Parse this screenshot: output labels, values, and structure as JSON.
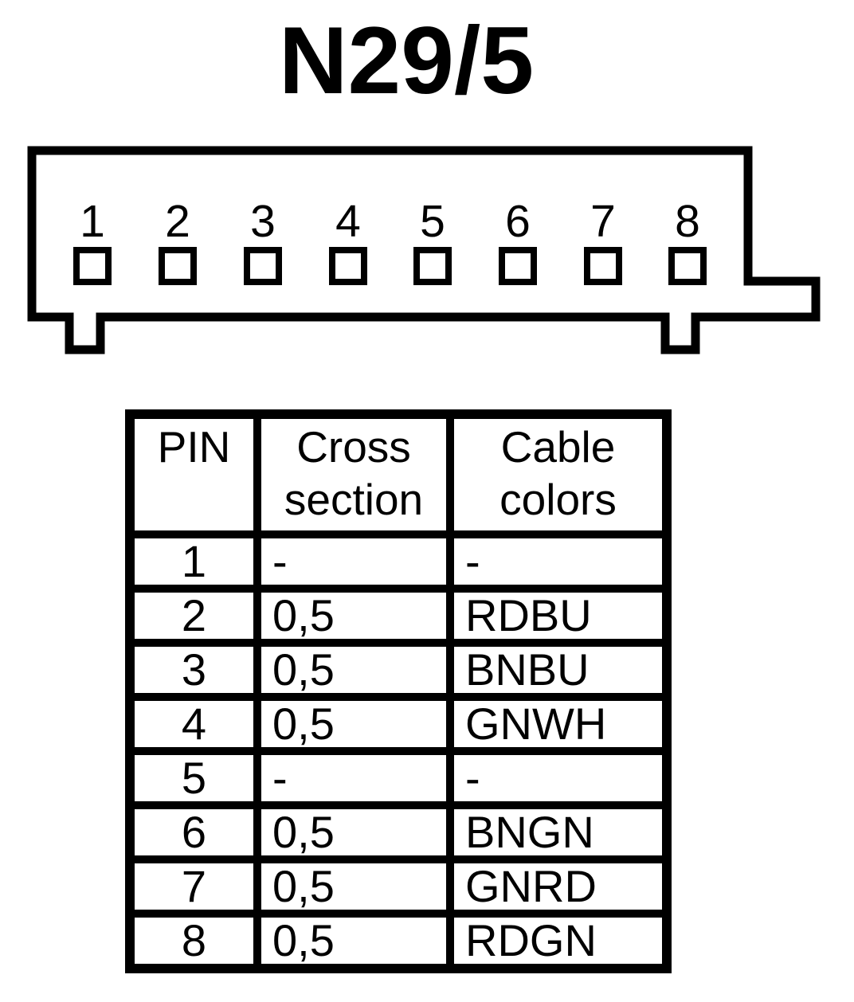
{
  "title": "N29/5",
  "colors": {
    "ink": "#000000",
    "background": "#ffffff"
  },
  "connector": {
    "pin_labels": [
      "1",
      "2",
      "3",
      "4",
      "5",
      "6",
      "7",
      "8"
    ]
  },
  "table": {
    "headers": [
      "PIN",
      "Cross section",
      "Cable colors"
    ],
    "rows": [
      {
        "pin": "1",
        "cross_section": "-",
        "cable_color": "-"
      },
      {
        "pin": "2",
        "cross_section": "0,5",
        "cable_color": "RDBU"
      },
      {
        "pin": "3",
        "cross_section": "0,5",
        "cable_color": "BNBU"
      },
      {
        "pin": "4",
        "cross_section": "0,5",
        "cable_color": "GNWH"
      },
      {
        "pin": "5",
        "cross_section": "-",
        "cable_color": "-"
      },
      {
        "pin": "6",
        "cross_section": "0,5",
        "cable_color": "BNGN"
      },
      {
        "pin": "7",
        "cross_section": "0,5",
        "cable_color": "GNRD"
      },
      {
        "pin": "8",
        "cross_section": "0,5",
        "cable_color": "RDGN"
      }
    ]
  }
}
